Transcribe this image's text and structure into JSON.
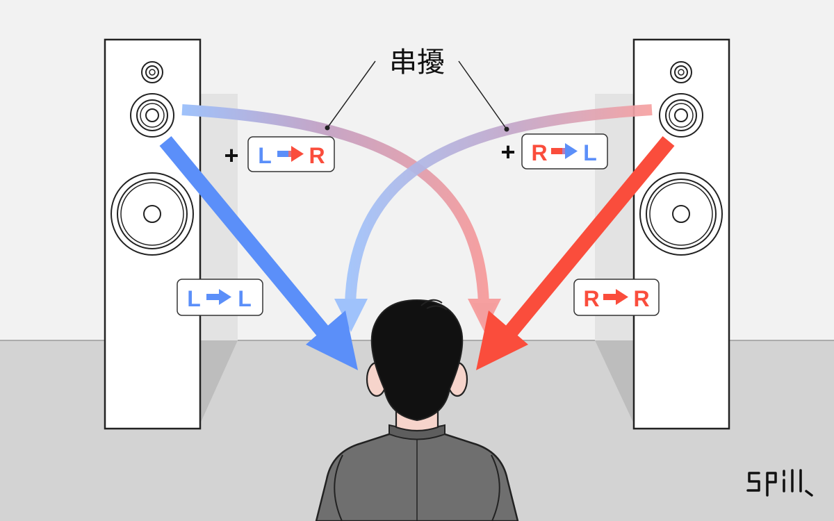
{
  "colors": {
    "wall": "#f2f2f2",
    "floor": "#d3d3d3",
    "blue": "#5b8ff9",
    "red": "#fa4d3c",
    "light_blue": "#9fc2fb",
    "light_red": "#f6a0a0",
    "hair": "#111111",
    "skin": "#f6d4cb",
    "suit": "#6f6f6f"
  },
  "crosstalk_label": "串擾",
  "direct_left": {
    "from": "L",
    "arrow": "→",
    "to": "L"
  },
  "direct_right": {
    "from": "R",
    "arrow": "→",
    "to": "R"
  },
  "cross_left": {
    "prefix": "+",
    "from": "L",
    "arrow": "→",
    "to": "R"
  },
  "cross_right": {
    "prefix": "+",
    "from": "R",
    "arrow": "→",
    "to": "L"
  },
  "logo": "SPILL"
}
